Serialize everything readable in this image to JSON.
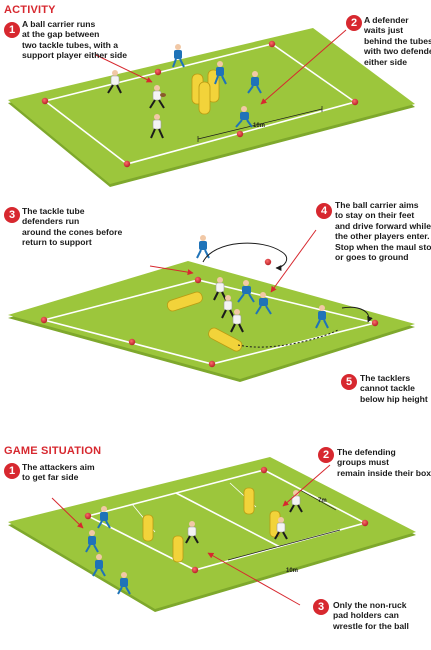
{
  "colors": {
    "pitch": "#9cc63c",
    "pitch_edge": "#7ea82c",
    "line": "#ffffff",
    "accent": "#d7282f",
    "defender": "#1f73b8",
    "attacker": "#f4f4f4",
    "tube": "#f2d33a"
  },
  "sections": [
    {
      "title": "ACTIVITY",
      "steps": [
        {
          "number": "1",
          "lines": [
            "A ball carrier runs",
            "at the gap between",
            "two tackle tubes, with a",
            "support player either side"
          ]
        },
        {
          "number": "2",
          "lines": [
            "A defender",
            "waits just",
            "behind the tubes,",
            "with two defenders",
            "either side"
          ]
        },
        {
          "number": "3",
          "lines": [
            "The tackle tube",
            "defenders run",
            "around the cones before",
            "return to support"
          ]
        },
        {
          "number": "4",
          "lines": [
            "The ball carrier aims",
            "to stay on their feet",
            "and drive forward while",
            "the other players enter.",
            "Stop when the maul stops",
            "or goes to ground"
          ]
        },
        {
          "number": "5",
          "lines": [
            "The tacklers",
            "cannot tackle",
            "below hip height"
          ]
        }
      ],
      "field_labels": [
        "10m"
      ]
    },
    {
      "title": "GAME SITUATION",
      "steps": [
        {
          "number": "1",
          "lines": [
            "The attackers aim",
            "to get far side"
          ]
        },
        {
          "number": "2",
          "lines": [
            "The defending",
            "groups must",
            "remain inside their boxes"
          ]
        },
        {
          "number": "3",
          "lines": [
            "Only the non-ruck",
            "pad holders can",
            "wrestle for the ball"
          ]
        }
      ],
      "field_labels": [
        "7m",
        "10m"
      ]
    }
  ]
}
